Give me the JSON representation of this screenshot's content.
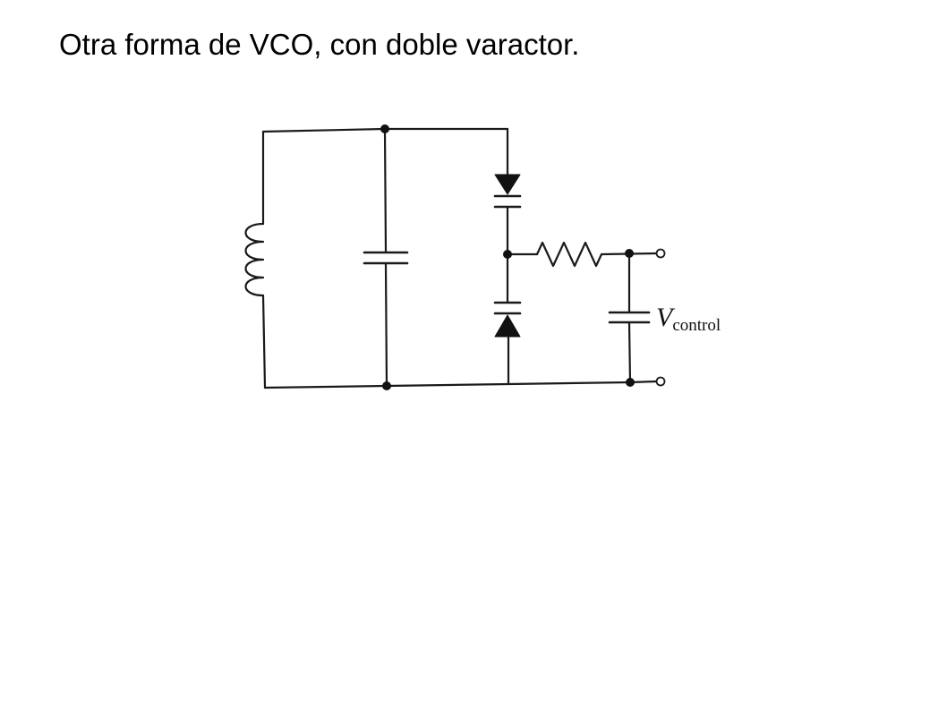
{
  "slide": {
    "title": "Otra forma de VCO, con doble varactor."
  },
  "circuit": {
    "label_main": "V",
    "label_sub": "control",
    "components": [
      "inductor",
      "capacitor",
      "varactor-diode",
      "varactor-diode",
      "resistor",
      "capacitor"
    ],
    "colors": {
      "ink": "#1a1a1a",
      "background": "#ffffff"
    }
  }
}
